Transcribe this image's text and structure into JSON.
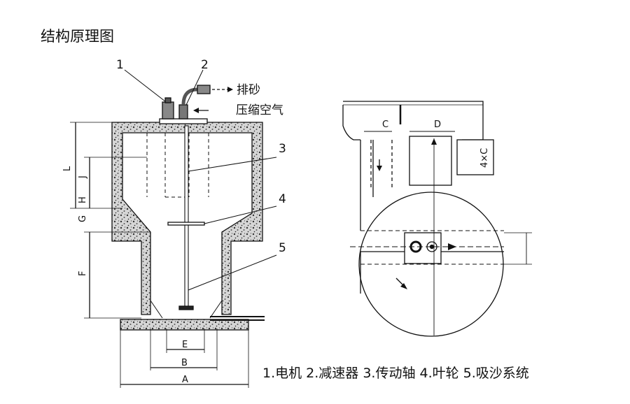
{
  "title": "结构原理图",
  "callouts": [
    "1",
    "2",
    "3",
    "4",
    "5"
  ],
  "annotations": {
    "sand_discharge": "排砂",
    "compressed_air": "压缩空气"
  },
  "dimensions": {
    "L": "L",
    "J": "J",
    "H": "H",
    "G": "G",
    "F": "F",
    "E": "E",
    "B": "B",
    "A": "A"
  },
  "plan_labels": {
    "C": "C",
    "D": "D",
    "four_by_c": "4×C"
  },
  "caption": "1.电机 2.减速器 3.传动轴 4.叶轮 5.吸沙系统"
}
